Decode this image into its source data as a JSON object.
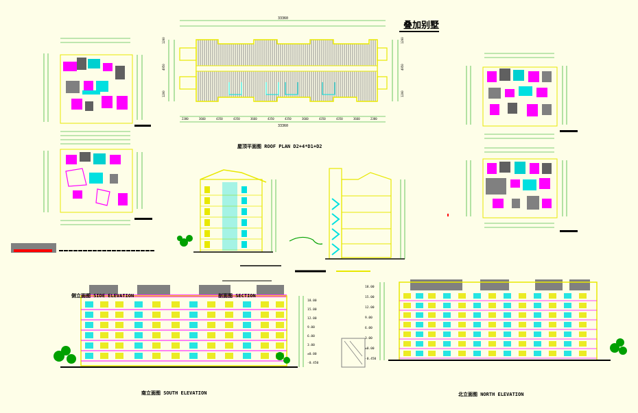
{
  "sheet_title": "叠加别墅",
  "labels": {
    "roof_plan": "屋顶平面图   ROOF PLAN D2+4*D1+D2",
    "side_elevation": "侧立面图 SIDE ELEVATION",
    "section": "剖面图 SECTION",
    "south_elevation": "南立面图 SOUTH ELEVATION",
    "north_elevation": "北立面图 NORTH ELEVATION"
  },
  "roof_plan_dims": {
    "overall_top": "33360",
    "overall_bottom": "33360",
    "bottom_segments": [
      "2380",
      "3660",
      "4350",
      "4350",
      "3660",
      "4350",
      "4350",
      "3660",
      "4350",
      "4350",
      "3660",
      "2380"
    ],
    "left_segments": [
      "1200",
      "4950",
      "1200"
    ],
    "right_segments": [
      "1200",
      "4950",
      "1200"
    ]
  },
  "elevation_levels": [
    "18.00",
    "15.00",
    "12.00",
    "9.00",
    "6.00",
    "3.00",
    "±0.00",
    "-0.450"
  ],
  "colors": {
    "background": "#fefee8",
    "outline": "#e8e800",
    "magenta": "#ff00ff",
    "cyan": "#00e0e0",
    "green": "#00b000",
    "gray": "#808080",
    "red": "#ff0000",
    "dim_line": "#00a000"
  }
}
